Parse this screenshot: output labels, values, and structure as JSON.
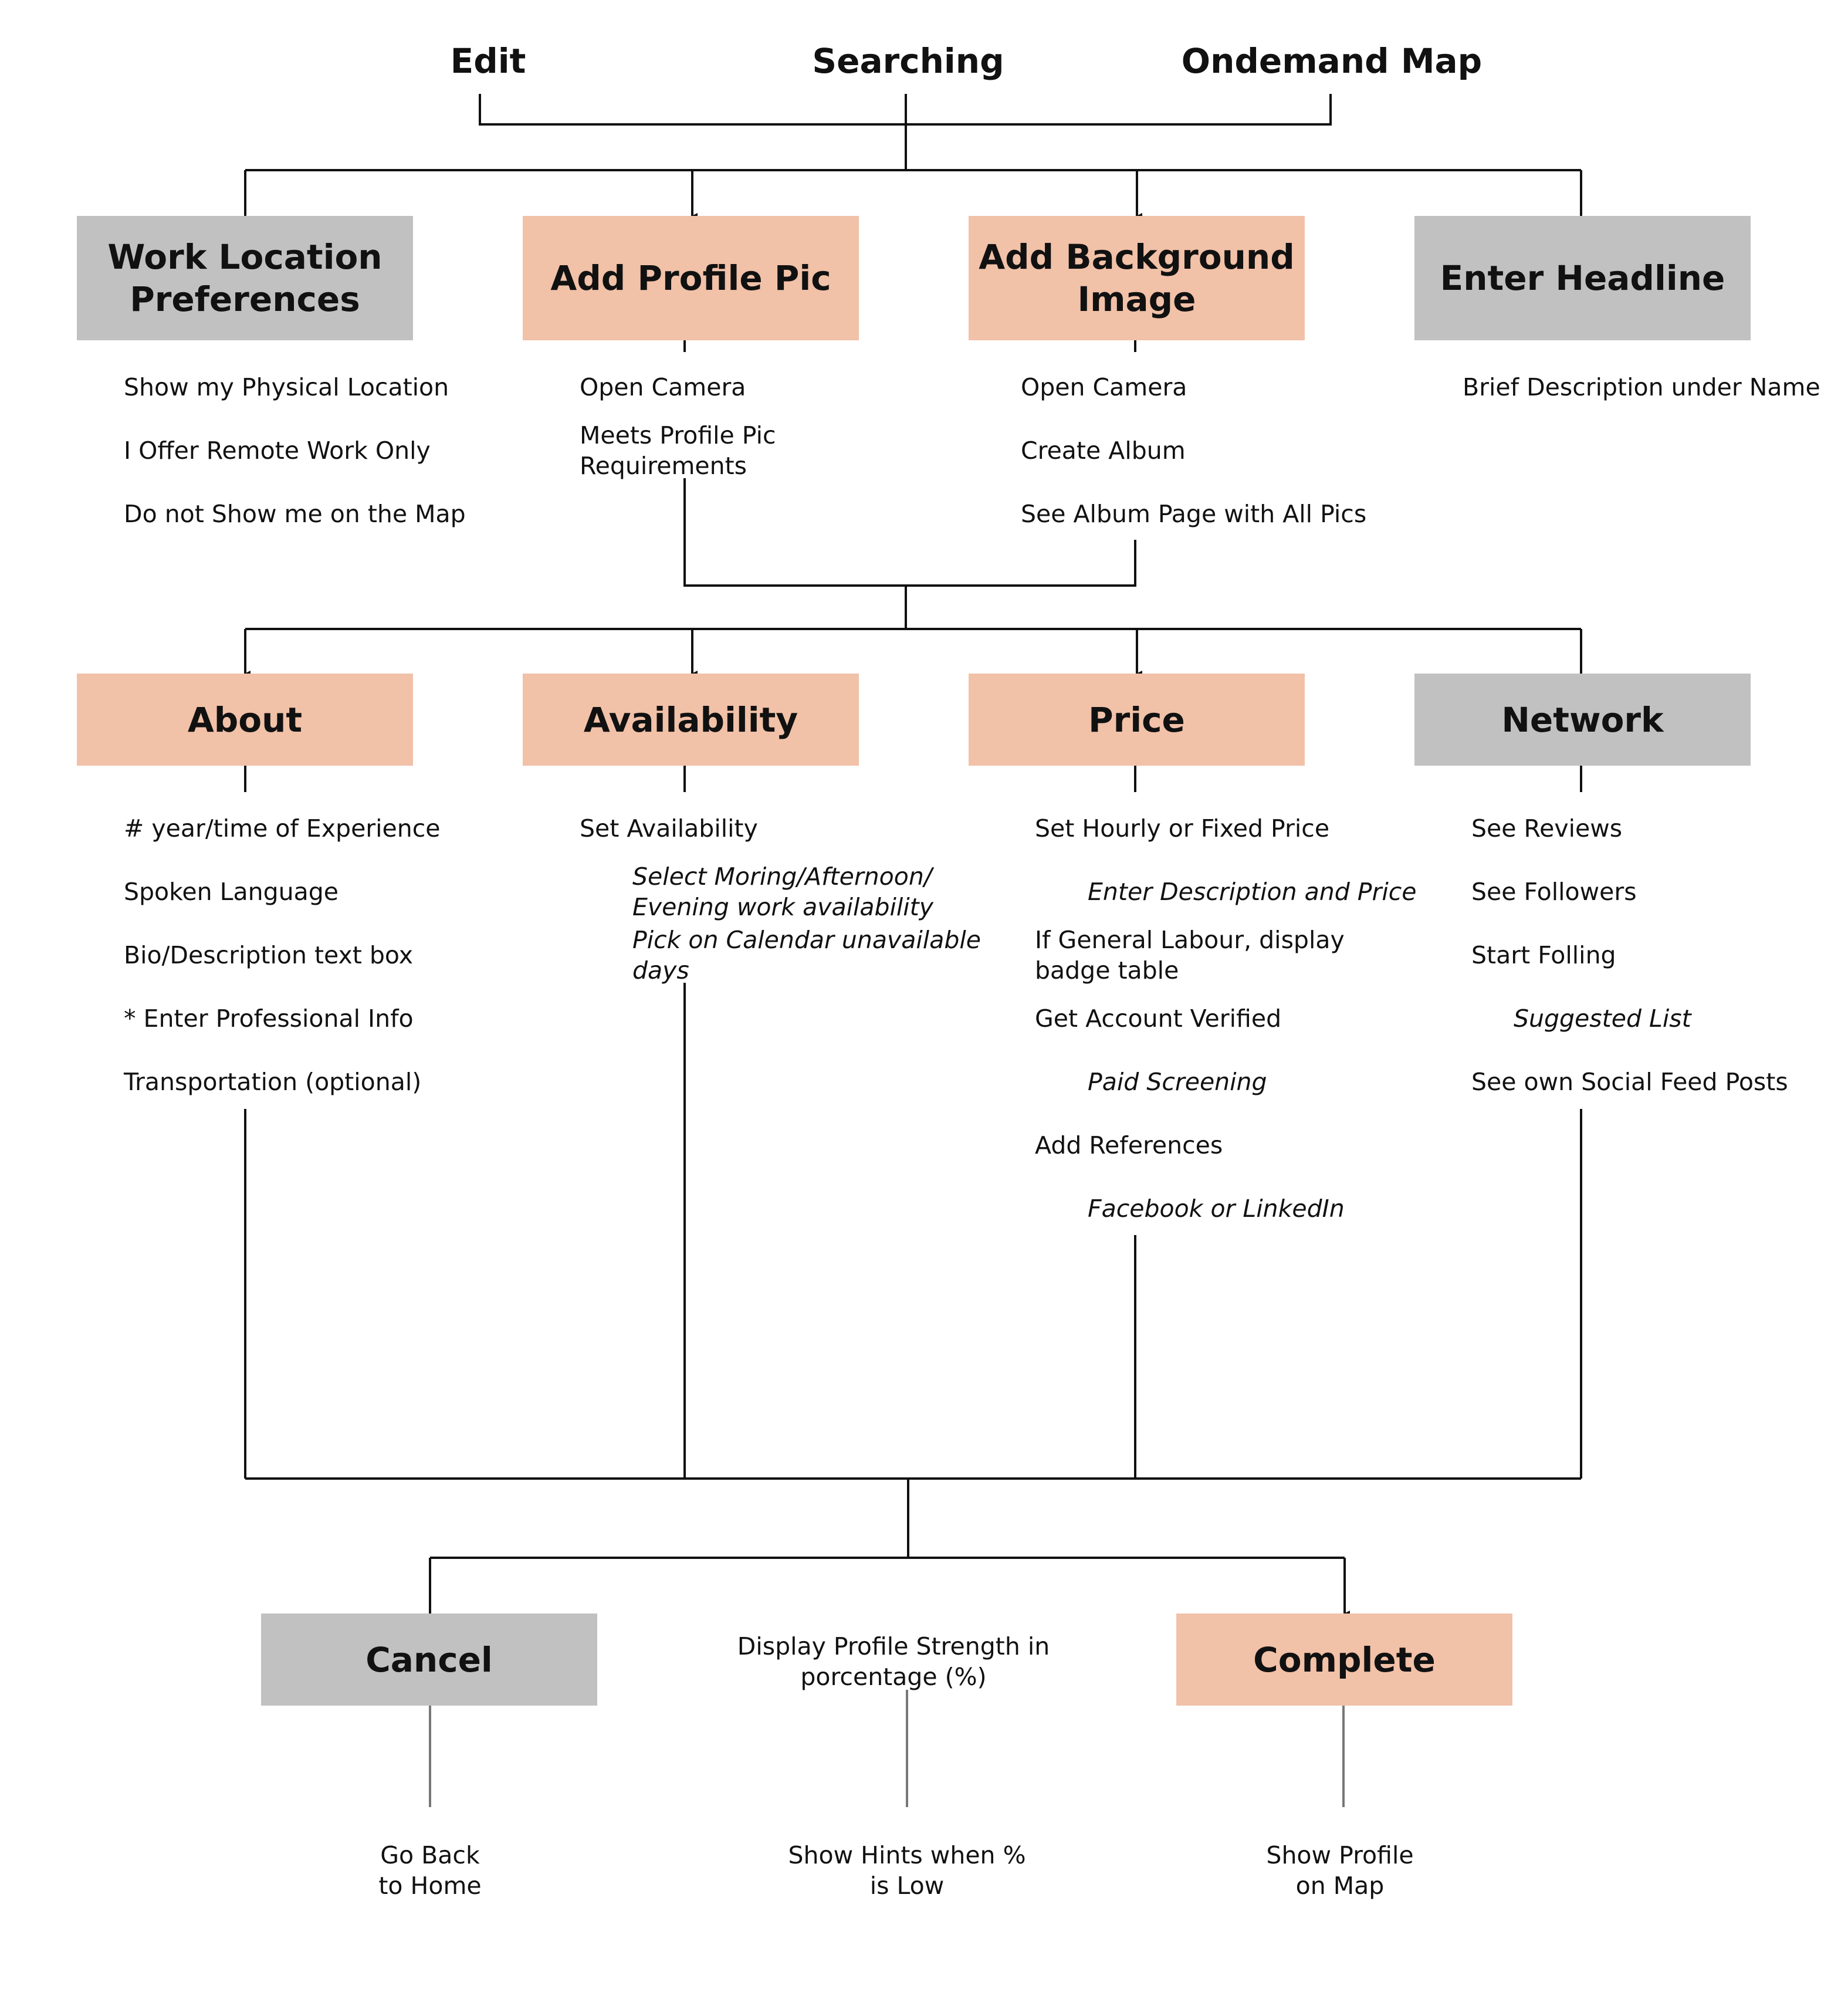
{
  "headings": {
    "edit": "Edit",
    "searching": "Searching",
    "ondemand_map": "Ondemand Map"
  },
  "row1": {
    "work_location": {
      "title_line1": "Work Location",
      "title_line2": "Preferences",
      "items": [
        "Show my Physical Location",
        "I Offer Remote Work Only",
        "Do not Show me on the Map"
      ]
    },
    "add_profile_pic": {
      "title": "Add Profile Pic",
      "items": [
        "Open Camera",
        "Meets Profile Pic",
        "Requirements"
      ]
    },
    "add_background_image": {
      "title_line1": "Add Background",
      "title_line2": "Image",
      "items": [
        "Open Camera",
        "Create Album",
        "See Album Page with All Pics"
      ]
    },
    "enter_headline": {
      "title": "Enter Headline",
      "items": [
        "Brief Description under Name"
      ]
    }
  },
  "row2": {
    "about": {
      "title": "About",
      "items": [
        "# year/time of Experience",
        "Spoken Language",
        "Bio/Description text box",
        "* Enter Professional Info",
        "Transportation (optional)"
      ]
    },
    "availability": {
      "title": "Availability",
      "items": [
        "Set Availability",
        "Select Moring/Afternoon/",
        "Evening work availability",
        "Pick on Calendar unavailable",
        "days"
      ]
    },
    "price": {
      "title": "Price",
      "items": [
        "Set Hourly or Fixed Price",
        "Enter Description and Price",
        "If General Labour, display",
        "badge table",
        "Get Account Verified",
        "Paid Screening",
        "Add References",
        "Facebook or LinkedIn"
      ]
    },
    "network": {
      "title": "Network",
      "items": [
        "See Reviews",
        "See Followers",
        "Start Folling",
        "Suggested List",
        "See own Social Feed Posts"
      ]
    }
  },
  "row3": {
    "cancel": {
      "title": "Cancel",
      "outcome_line1": "Go Back",
      "outcome_line2": "to Home"
    },
    "profile_strength": {
      "line1": "Display Profile Strength in",
      "line2": "porcentage (%)",
      "outcome_line1": "Show Hints when %",
      "outcome_line2": "is Low"
    },
    "complete": {
      "title": "Complete",
      "outcome_line1": "Show Profile",
      "outcome_line2": "on Map"
    }
  },
  "colors": {
    "gray_box": "#c1c1c1",
    "peach_box": "#f1c1a8",
    "line": "#111111",
    "thin_line": "#777777"
  }
}
